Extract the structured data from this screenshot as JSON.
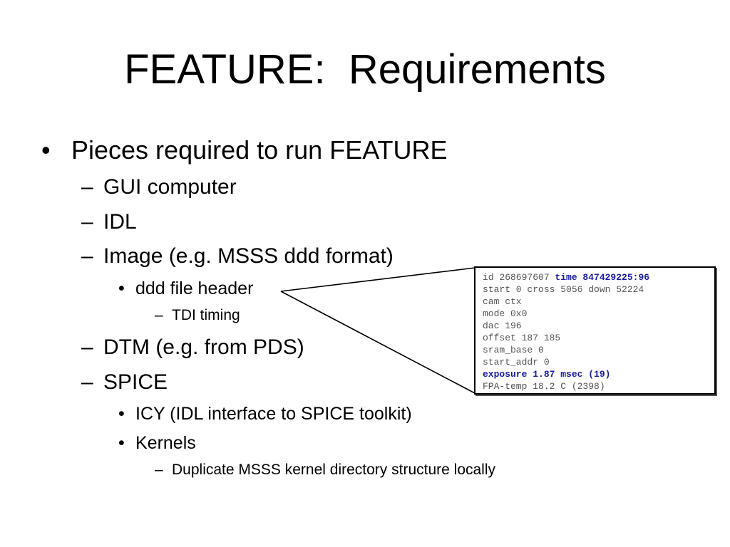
{
  "slide": {
    "title": "FEATURE:  Requirements",
    "bullets": [
      {
        "marker": "•",
        "text": "Pieces required to run FEATURE"
      },
      {
        "marker": "–",
        "text": "GUI computer"
      },
      {
        "marker": "–",
        "text": "IDL"
      },
      {
        "marker": "–",
        "text": "Image (e.g. MSSS ddd format)"
      },
      {
        "marker": "•",
        "text": "ddd file header"
      },
      {
        "marker": "–",
        "text": "TDI timing"
      },
      {
        "marker": "–",
        "text": "DTM (e.g. from PDS)"
      },
      {
        "marker": "–",
        "text": "SPICE"
      },
      {
        "marker": "•",
        "text": "ICY (IDL interface to SPICE toolkit)"
      },
      {
        "marker": "•",
        "text": "Kernels"
      },
      {
        "marker": "–",
        "text": "Duplicate MSSS kernel directory structure locally"
      }
    ]
  },
  "header_box": {
    "line1_prefix": "id 268697607 ",
    "line1_highlight": "time 847429225:96",
    "lines": [
      "start 0 cross 5056 down 52224",
      "cam ctx",
      "mode 0x0",
      "dac 196",
      "offset 187 185",
      "sram_base 0",
      "start_addr 0"
    ],
    "exposure": "exposure 1.87 msec (19)",
    "fpa_temp": "FPA-temp 18.2 C (2398)"
  },
  "colors": {
    "text": "#000000",
    "header_text": "#555555",
    "header_highlight": "#1a1aa6",
    "background": "#ffffff"
  }
}
